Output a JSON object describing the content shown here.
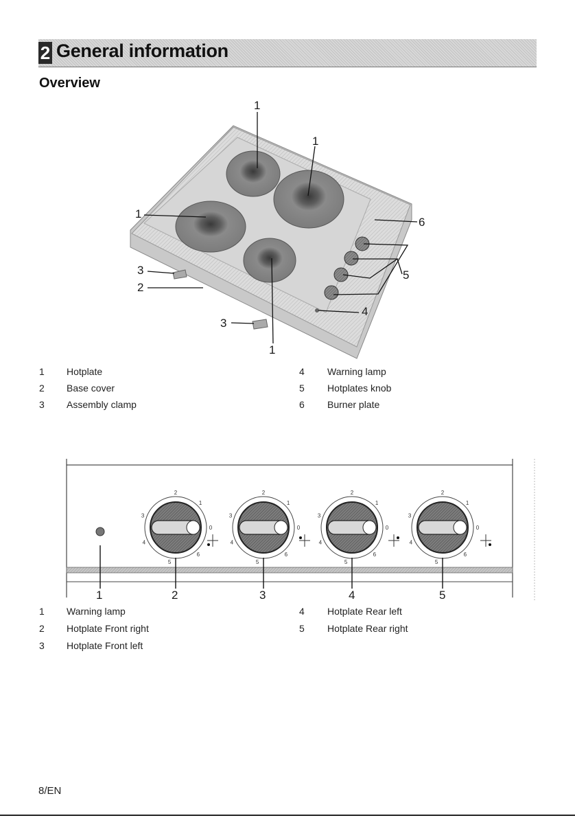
{
  "header": {
    "section_number": "2",
    "section_title": "General information"
  },
  "overview": {
    "heading": "Overview",
    "diagram_callouts": [
      "1",
      "1",
      "1",
      "1",
      "2",
      "3",
      "3",
      "4",
      "5",
      "6"
    ],
    "legend": [
      {
        "num": "1",
        "label": "Hotplate"
      },
      {
        "num": "2",
        "label": "Base cover"
      },
      {
        "num": "3",
        "label": "Assembly clamp"
      },
      {
        "num": "4",
        "label": "Warning lamp"
      },
      {
        "num": "5",
        "label": "Hotplates knob"
      },
      {
        "num": "6",
        "label": "Burner plate"
      }
    ]
  },
  "control_panel": {
    "callouts": [
      "1",
      "2",
      "3",
      "4",
      "5"
    ],
    "dial_marks": [
      "0",
      "1",
      "2",
      "3",
      "4",
      "5",
      "6"
    ],
    "legend": [
      {
        "num": "1",
        "label": "Warning lamp"
      },
      {
        "num": "2",
        "label": "Hotplate Front right"
      },
      {
        "num": "3",
        "label": "Hotplate Front left"
      },
      {
        "num": "4",
        "label": "Hotplate Rear left"
      },
      {
        "num": "5",
        "label": "Hotplate Rear right"
      }
    ]
  },
  "footer": {
    "page_label": "8/EN"
  }
}
